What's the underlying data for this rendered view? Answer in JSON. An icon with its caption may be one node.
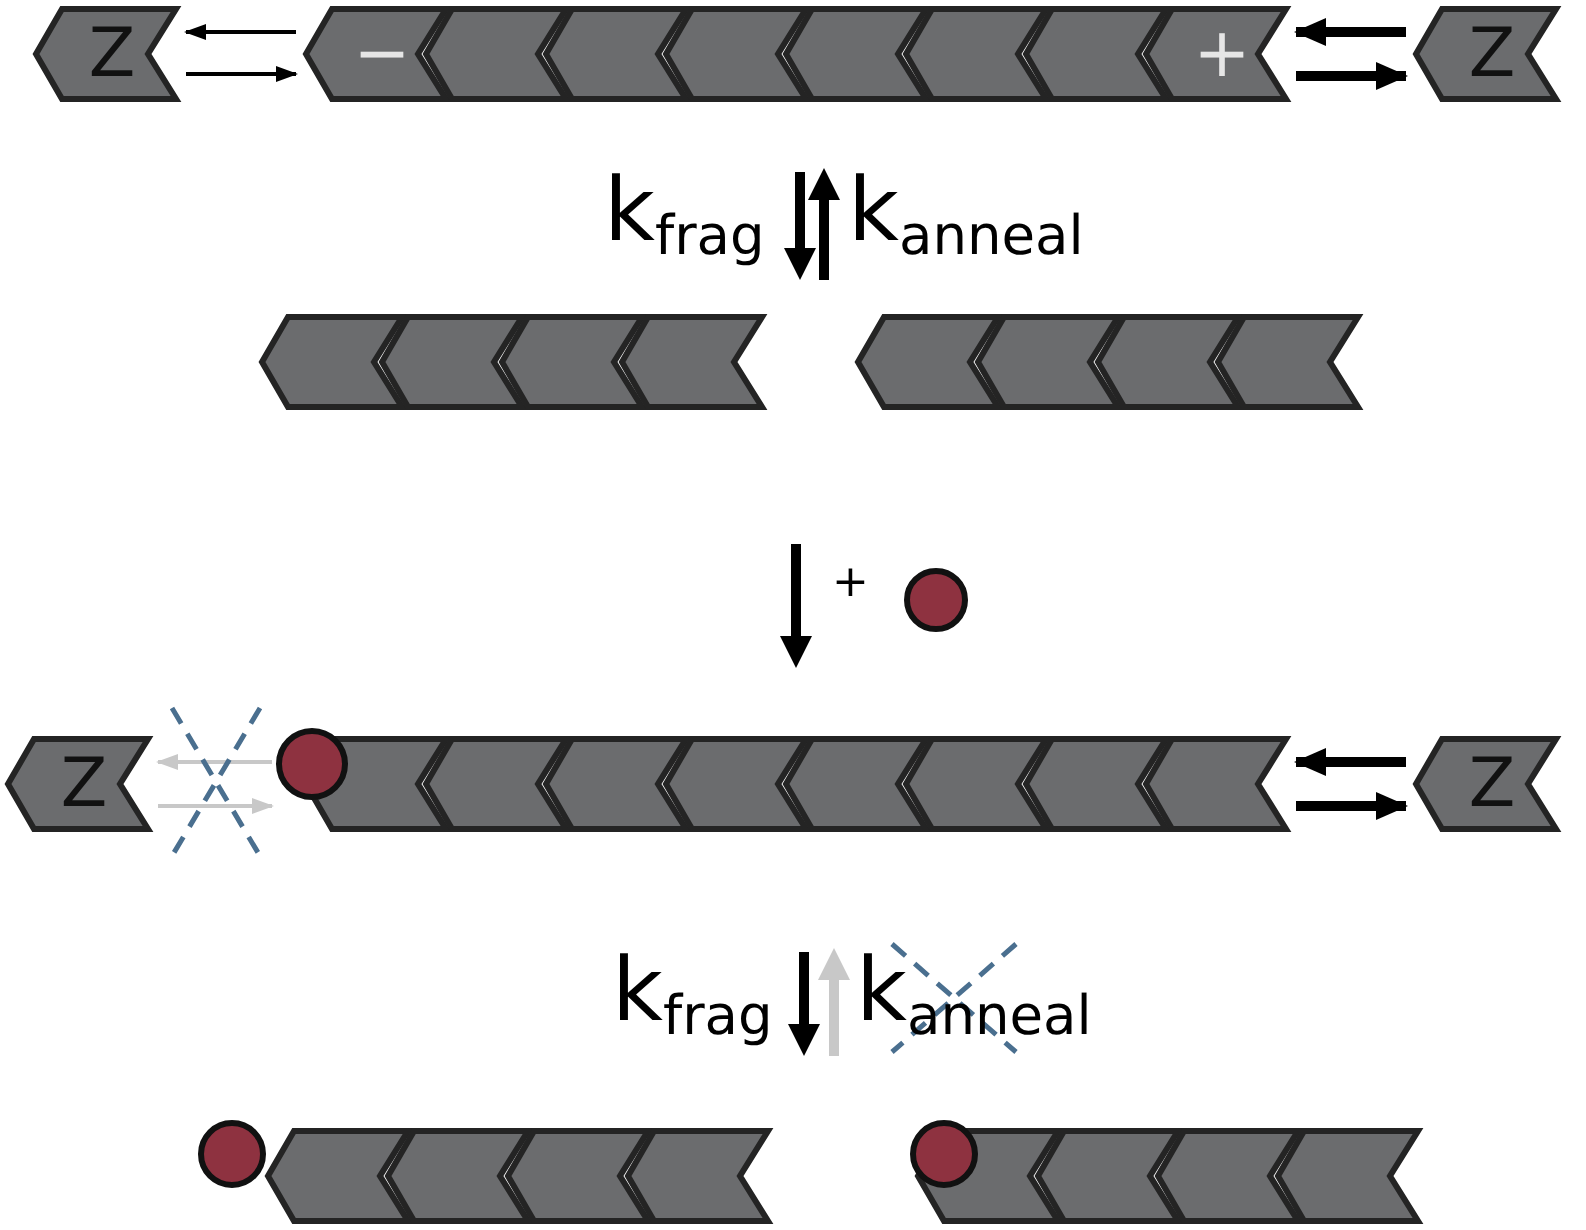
{
  "diagram": {
    "nodes": [
      {
        "text": [
          "Z"
        ]
      },
      {
        "text": [
          "−"
        ]
      },
      {
        "text": [],
        "shape": "chevron"
      },
      {
        "text": [],
        "shape": "chevron"
      },
      {
        "text": [],
        "shape": "chevron"
      },
      {
        "text": [],
        "shape": "chevron"
      },
      {
        "text": [],
        "shape": "chevron"
      },
      {
        "text": [],
        "shape": "chevron"
      },
      {
        "text": [
          "+"
        ]
      },
      {
        "text": [
          "Z"
        ]
      },
      {
        "text": [],
        "shape": "chevron"
      },
      {
        "text": [],
        "shape": "chevron"
      },
      {
        "text": [],
        "shape": "chevron"
      },
      {
        "text": [],
        "shape": "chevron"
      },
      {
        "text": [],
        "shape": "chevron"
      },
      {
        "text": [],
        "shape": "chevron"
      },
      {
        "text": [],
        "shape": "chevron"
      },
      {
        "text": [],
        "shape": "chevron"
      },
      {
        "text": [],
        "shape": "circle"
      },
      {
        "text": [
          "Z"
        ]
      },
      {
        "text": [],
        "shape": "circle"
      },
      {
        "text": [],
        "shape": "chevron"
      },
      {
        "text": [],
        "shape": "chevron"
      },
      {
        "text": [],
        "shape": "chevron"
      },
      {
        "text": [],
        "shape": "chevron"
      },
      {
        "text": [],
        "shape": "chevron"
      },
      {
        "text": [],
        "shape": "chevron"
      },
      {
        "text": [],
        "shape": "chevron"
      },
      {
        "text": [],
        "shape": "chevron"
      },
      {
        "text": [
          "Z"
        ]
      },
      {
        "text": [],
        "shape": "circle"
      },
      {
        "text": [],
        "shape": "chevron"
      },
      {
        "text": [],
        "shape": "chevron"
      },
      {
        "text": [],
        "shape": "chevron"
      },
      {
        "text": [],
        "shape": "chevron"
      },
      {
        "text": [],
        "shape": "circle"
      },
      {
        "text": [],
        "shape": "chevron"
      },
      {
        "text": [],
        "shape": "chevron"
      },
      {
        "text": [],
        "shape": "chevron"
      },
      {
        "text": [],
        "shape": "chevron"
      }
    ],
    "edges": [
      {
        "from": 1,
        "to": 0,
        "arrow": "to"
      },
      {
        "from": 0,
        "to": 1,
        "arrow": "to"
      },
      {
        "from": 9,
        "to": 8,
        "arrow": "to",
        "style": "thick"
      },
      {
        "from": 8,
        "to": 9,
        "arrow": "to",
        "style": "thick"
      },
      {
        "from": 20,
        "to": 19,
        "arrow": "to",
        "color": "#c8c8c8"
      },
      {
        "from": 19,
        "to": 20,
        "arrow": "to",
        "color": "#c8c8c8"
      },
      {
        "from": 29,
        "to": 28,
        "arrow": "to",
        "style": "thick"
      },
      {
        "from": 28,
        "to": 29,
        "arrow": "to",
        "style": "thick"
      }
    ],
    "labels": [
      "k$_{frag}$",
      "k$_{anneal}$",
      "+",
      "k$_{frag}$",
      "k$_{anneal}$"
    ]
  }
}
